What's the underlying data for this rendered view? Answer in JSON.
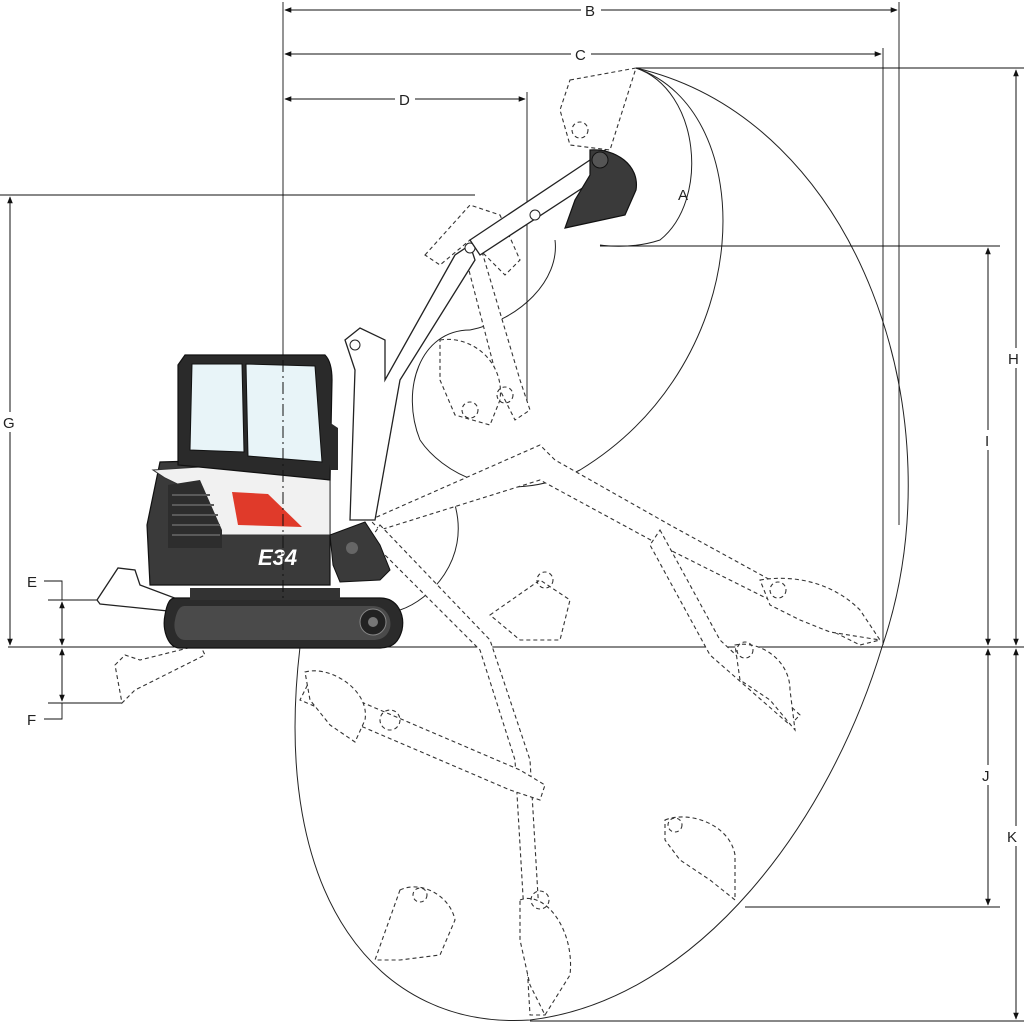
{
  "diagram": {
    "model": "E34",
    "dimension_labels": {
      "A": "A",
      "B": "B",
      "C": "C",
      "D": "D",
      "E": "E",
      "F": "F",
      "G": "G",
      "H": "H",
      "I": "I",
      "J": "J",
      "K": "K"
    },
    "colors": {
      "body": "#3a3a3a",
      "accent": "#e03a2a",
      "glass": "#e8f4f8",
      "line": "#111111"
    }
  }
}
